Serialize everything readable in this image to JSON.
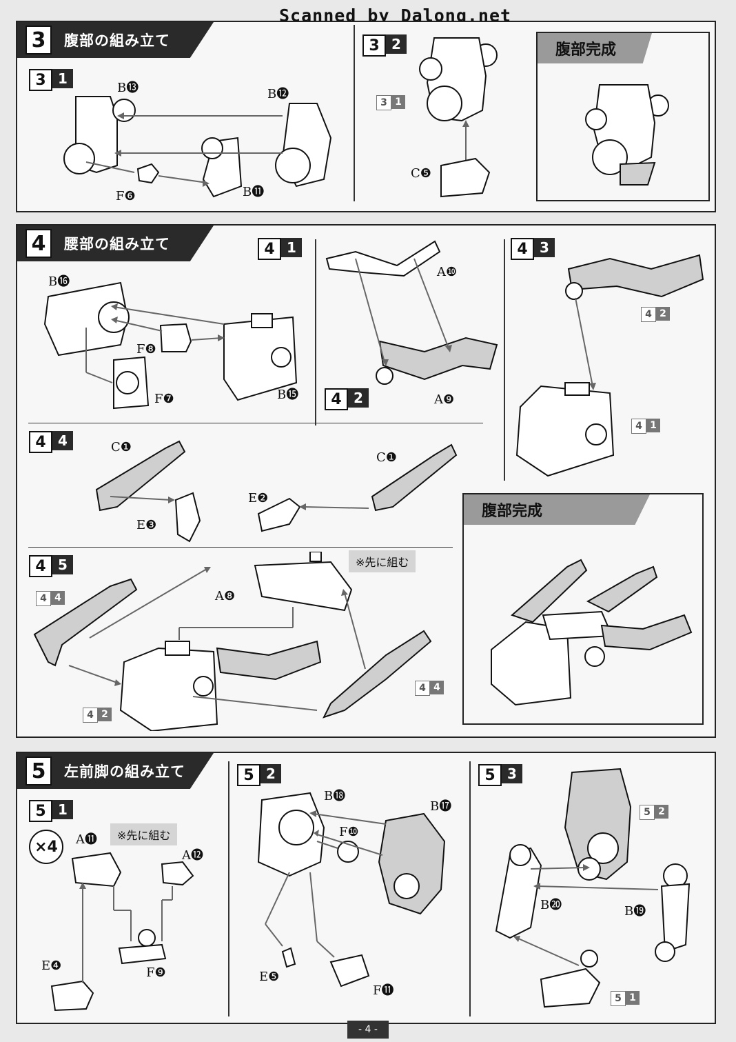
{
  "watermark": "Scanned by Dalong.net",
  "page_number": "- 4 -",
  "section3": {
    "num": "3",
    "title": "腹部の組み立て",
    "step1": {
      "a": "3",
      "b": "1",
      "labels": [
        "B⓭",
        "B⓬",
        "B⓫",
        "F❻"
      ]
    },
    "step2": {
      "a": "3",
      "b": "2",
      "ref": {
        "a": "3",
        "b": "1"
      },
      "labels": [
        "C❺"
      ]
    },
    "complete": "腹部完成"
  },
  "section4": {
    "num": "4",
    "title": "腰部の組み立て",
    "step1": {
      "a": "4",
      "b": "1",
      "labels": [
        "B⓰",
        "F❽",
        "F❼",
        "B⓯"
      ]
    },
    "step2": {
      "a": "4",
      "b": "2",
      "labels": [
        "A❿",
        "A❾"
      ]
    },
    "step3": {
      "a": "4",
      "b": "3",
      "refs": [
        {
          "a": "4",
          "b": "2"
        },
        {
          "a": "4",
          "b": "1"
        }
      ]
    },
    "step4": {
      "a": "4",
      "b": "4",
      "labels": [
        "C❶",
        "E❸",
        "C❶",
        "E❷"
      ]
    },
    "step5": {
      "a": "4",
      "b": "5",
      "labels": [
        "A❽"
      ],
      "note": "※先に組む",
      "refs": [
        {
          "a": "4",
          "b": "4"
        },
        {
          "a": "4",
          "b": "2"
        },
        {
          "a": "4",
          "b": "4"
        }
      ]
    },
    "complete": "腹部完成"
  },
  "section5": {
    "num": "5",
    "title": "左前脚の組み立て",
    "step1": {
      "a": "5",
      "b": "1",
      "times": "×4",
      "note": "※先に組む",
      "labels": [
        "A⓫",
        "A⓬",
        "E❹",
        "F❾"
      ]
    },
    "step2": {
      "a": "5",
      "b": "2",
      "labels": [
        "B⓲",
        "B⓱",
        "F❿",
        "E❺",
        "F⓫"
      ]
    },
    "step3": {
      "a": "5",
      "b": "3",
      "refs": [
        {
          "a": "5",
          "b": "2"
        },
        {
          "a": "5",
          "b": "1"
        }
      ],
      "labels": [
        "B⓴",
        "B⓳"
      ]
    }
  }
}
